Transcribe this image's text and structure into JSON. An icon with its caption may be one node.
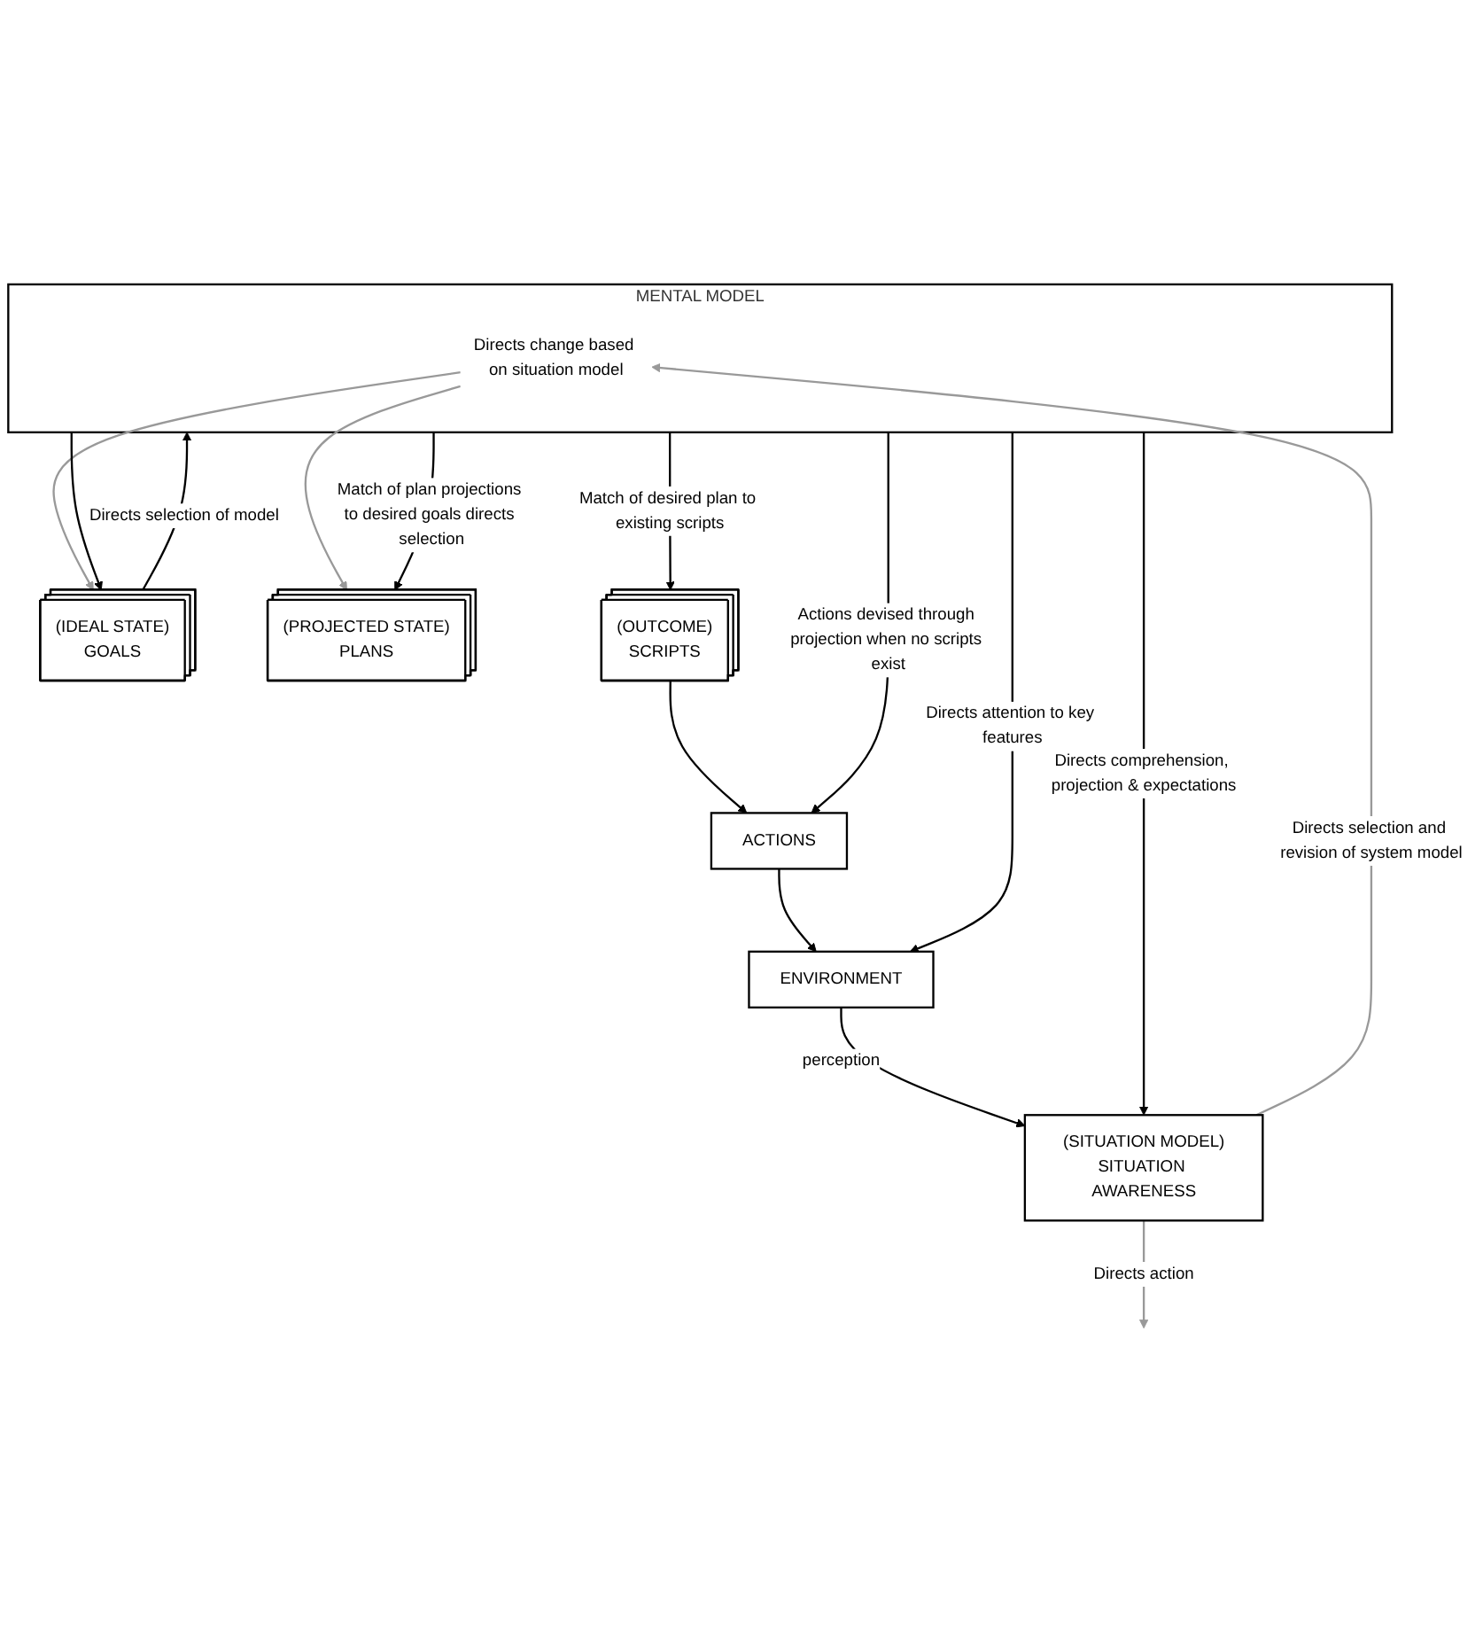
{
  "diagram": {
    "nodes": [
      {
        "text": [
          "MENTAL MODEL"
        ]
      },
      {
        "text": [
          "(IDEAL STATE)",
          "GOALS"
        ]
      },
      {
        "text": [
          "(PROJECTED STATE)",
          "PLANS"
        ]
      },
      {
        "text": [
          "(OUTCOME)",
          "SCRIPTS"
        ]
      },
      {
        "text": [
          "ACTIONS"
        ]
      },
      {
        "text": [
          "(SITUATION MODEL)",
          "SITUATION AWARENESS"
        ]
      },
      {
        "text": [
          "ENVIRONMENT"
        ]
      },
      {
        "text": [
          "Directs change based on situation model"
        ],
        "in": 0
      }
    ],
    "edges": [
      {
        "from": 1,
        "to": 0,
        "arrow": "to",
        "label": "Directs selection of model"
      },
      {
        "from": 0,
        "to": 1,
        "arrow": "to"
      },
      {
        "from": 5,
        "to": 7,
        "arrow": "to",
        "label": "Directs selection and revision of system model",
        "color": "#999999"
      },
      {
        "from": 7,
        "to": 1,
        "arrow": "to",
        "color": "#999999"
      },
      {
        "from": 7,
        "to": 2,
        "arrow": "to",
        "color": "#999999"
      },
      {
        "from": 0,
        "to": 2,
        "arrow": "to",
        "label": "Match of plan projections to desired goals directs selection"
      },
      {
        "from": 5,
        "to": null,
        "arrow": "to",
        "label": "Directs action",
        "color": "#999999"
      },
      {
        "from": 0,
        "to": 3,
        "arrow": "to",
        "label": "Match of desired plan to existing scripts"
      },
      {
        "from": 0,
        "to": 4,
        "arrow": "to",
        "label": "Actions devised through projection when no scripts exist"
      },
      {
        "from": 3,
        "to": 4,
        "arrow": "to"
      },
      {
        "from": 0,
        "to": 5,
        "arrow": "to",
        "label": "Directs comprehension, projection & expectations"
      },
      {
        "from": 0,
        "to": 6,
        "arrow": "to",
        "label": "Directs attention to key features"
      },
      {
        "from": 4,
        "to": 6,
        "arrow": "to"
      },
      {
        "from": 6,
        "to": 5,
        "arrow": "to",
        "label": "perception"
      }
    ]
  }
}
